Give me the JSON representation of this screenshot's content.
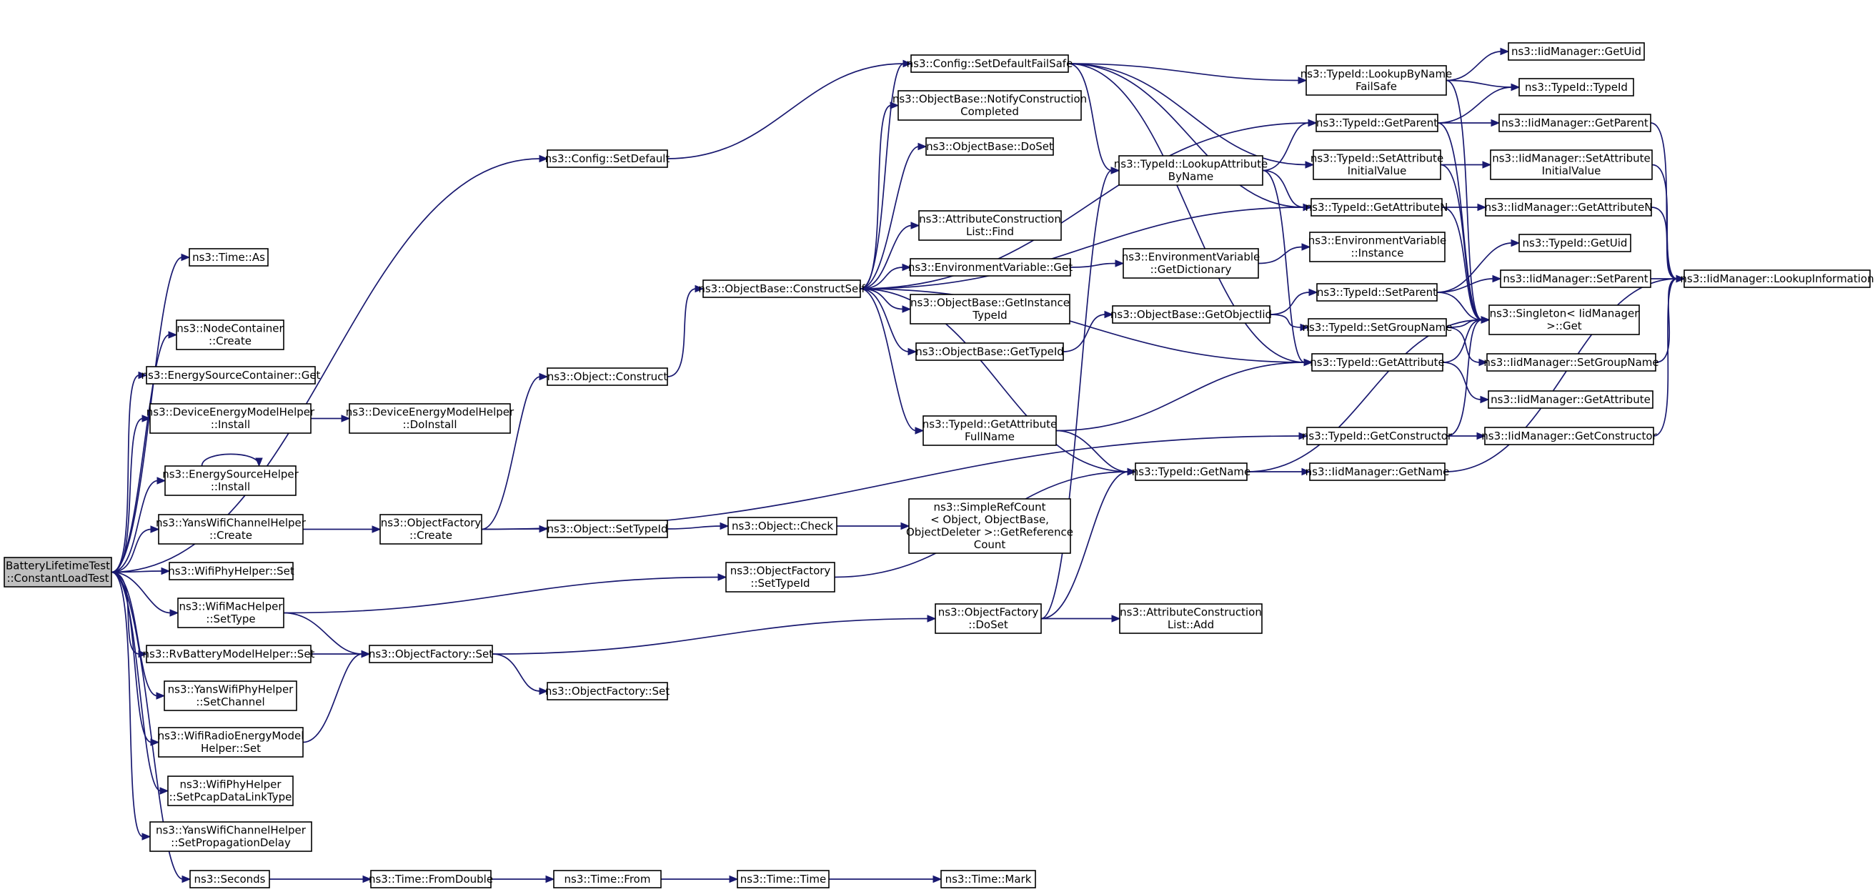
{
  "graph": {
    "nodes": [
      {
        "id": "root",
        "lines": [
          "BatteryLifetimeTest",
          "::ConstantLoadTest"
        ],
        "root": true
      },
      {
        "id": "cfg_setdefault",
        "lines": [
          "ns3::Config::SetDefault"
        ]
      },
      {
        "id": "time_as",
        "lines": [
          "ns3::Time::As"
        ]
      },
      {
        "id": "nodecontainer_create",
        "lines": [
          "ns3::NodeContainer",
          "::Create"
        ]
      },
      {
        "id": "esc_get",
        "lines": [
          "ns3::EnergySourceContainer::Get"
        ]
      },
      {
        "id": "demh_install",
        "lines": [
          "ns3::DeviceEnergyModelHelper",
          "::Install"
        ]
      },
      {
        "id": "demh_doinstall",
        "lines": [
          "ns3::DeviceEnergyModelHelper",
          "::DoInstall"
        ]
      },
      {
        "id": "esh_install",
        "lines": [
          "ns3::EnergySourceHelper",
          "::Install"
        ]
      },
      {
        "id": "ywch_create",
        "lines": [
          "ns3::YansWifiChannelHelper",
          "::Create"
        ]
      },
      {
        "id": "wifiphy_set",
        "lines": [
          "ns3::WifiPhyHelper::Set"
        ]
      },
      {
        "id": "wifimac_settype",
        "lines": [
          "ns3::WifiMacHelper",
          "::SetType"
        ]
      },
      {
        "id": "rvbattery_set",
        "lines": [
          "ns3::RvBatteryModelHelper::Set"
        ]
      },
      {
        "id": "ywph_setchannel",
        "lines": [
          "ns3::YansWifiPhyHelper",
          "::SetChannel"
        ]
      },
      {
        "id": "wrem_set",
        "lines": [
          "ns3::WifiRadioEnergyModel",
          "Helper::Set"
        ]
      },
      {
        "id": "wifiphy_setpcap",
        "lines": [
          "ns3::WifiPhyHelper",
          "::SetPcapDataLinkType"
        ]
      },
      {
        "id": "ywch_setprop",
        "lines": [
          "ns3::YansWifiChannelHelper",
          "::SetPropagationDelay"
        ]
      },
      {
        "id": "seconds",
        "lines": [
          "ns3::Seconds"
        ]
      },
      {
        "id": "cfg_setdefaultfailsafe",
        "lines": [
          "ns3::Config::SetDefaultFailSafe"
        ]
      },
      {
        "id": "ob_notifyconstruction",
        "lines": [
          "ns3::ObjectBase::NotifyConstruction",
          "Completed"
        ]
      },
      {
        "id": "ob_doset",
        "lines": [
          "ns3::ObjectBase::DoSet"
        ]
      },
      {
        "id": "acl_find",
        "lines": [
          "ns3::AttributeConstruction",
          "List::Find"
        ]
      },
      {
        "id": "envvar_get",
        "lines": [
          "ns3::EnvironmentVariable::Get"
        ]
      },
      {
        "id": "ob_getinstancetypeid",
        "lines": [
          "ns3::ObjectBase::GetInstance",
          "TypeId"
        ]
      },
      {
        "id": "ob_gettypeid",
        "lines": [
          "ns3::ObjectBase::GetTypeId"
        ]
      },
      {
        "id": "ob_constructself",
        "lines": [
          "ns3::ObjectBase::ConstructSelf"
        ]
      },
      {
        "id": "object_construct",
        "lines": [
          "ns3::Object::Construct"
        ]
      },
      {
        "id": "of_create",
        "lines": [
          "ns3::ObjectFactory",
          "::Create"
        ]
      },
      {
        "id": "object_settypeid",
        "lines": [
          "ns3::Object::SetTypeId"
        ]
      },
      {
        "id": "object_check",
        "lines": [
          "ns3::Object::Check"
        ]
      },
      {
        "id": "simplerefcount",
        "lines": [
          "ns3::SimpleRefCount",
          "< Object, ObjectBase,",
          "ObjectDeleter >::GetReference",
          "Count"
        ]
      },
      {
        "id": "of_settypeid",
        "lines": [
          "ns3::ObjectFactory",
          "::SetTypeId"
        ]
      },
      {
        "id": "of_doset",
        "lines": [
          "ns3::ObjectFactory",
          "::DoSet"
        ]
      },
      {
        "id": "acl_add",
        "lines": [
          "ns3::AttributeConstruction",
          "List::Add"
        ]
      },
      {
        "id": "of_set",
        "lines": [
          "ns3::ObjectFactory::Set"
        ]
      },
      {
        "id": "of_set2",
        "lines": [
          "ns3::ObjectFactory::Set"
        ]
      },
      {
        "id": "tid_getattributefullname",
        "lines": [
          "ns3::TypeId::GetAttribute",
          "FullName"
        ]
      },
      {
        "id": "time_fromdouble",
        "lines": [
          "ns3::Time::FromDouble"
        ]
      },
      {
        "id": "time_from",
        "lines": [
          "ns3::Time::From"
        ]
      },
      {
        "id": "time_time",
        "lines": [
          "ns3::Time::Time"
        ]
      },
      {
        "id": "time_mark",
        "lines": [
          "ns3::Time::Mark"
        ]
      },
      {
        "id": "tid_lookupattributebyname",
        "lines": [
          "ns3::TypeId::LookupAttribute",
          "ByName"
        ]
      },
      {
        "id": "envvar_getdictionary",
        "lines": [
          "ns3::EnvironmentVariable",
          "::GetDictionary"
        ]
      },
      {
        "id": "envvar_instance",
        "lines": [
          "ns3::EnvironmentVariable",
          "::Instance"
        ]
      },
      {
        "id": "ob_getobjectiid",
        "lines": [
          "ns3::ObjectBase::GetObjectIid"
        ]
      },
      {
        "id": "tid_getname",
        "lines": [
          "ns3::TypeId::GetName"
        ]
      },
      {
        "id": "tid_lookupbynamefailsafe",
        "lines": [
          "ns3::TypeId::LookupByName",
          "FailSafe"
        ]
      },
      {
        "id": "tid_getparent",
        "lines": [
          "ns3::TypeId::GetParent"
        ]
      },
      {
        "id": "tid_setattributeinitialvalue",
        "lines": [
          "ns3::TypeId::SetAttribute",
          "InitialValue"
        ]
      },
      {
        "id": "tid_getattributen",
        "lines": [
          "ns3::TypeId::GetAttributeN"
        ]
      },
      {
        "id": "tid_setparent",
        "lines": [
          "ns3::TypeId::SetParent"
        ]
      },
      {
        "id": "tid_setgroupname",
        "lines": [
          "ns3::TypeId::SetGroupName"
        ]
      },
      {
        "id": "tid_getattribute",
        "lines": [
          "ns3::TypeId::GetAttribute"
        ]
      },
      {
        "id": "tid_getconstructor",
        "lines": [
          "ns3::TypeId::GetConstructor"
        ]
      },
      {
        "id": "iidmanager_getname",
        "lines": [
          "ns3::IidManager::GetName"
        ]
      },
      {
        "id": "iidmanager_getuid",
        "lines": [
          "ns3::IidManager::GetUid"
        ]
      },
      {
        "id": "tid_typeid",
        "lines": [
          "ns3::TypeId::TypeId"
        ]
      },
      {
        "id": "iidmanager_getparent",
        "lines": [
          "ns3::IidManager::GetParent"
        ]
      },
      {
        "id": "iidmanager_setattributeinitialvalue",
        "lines": [
          "ns3::IidManager::SetAttribute",
          "InitialValue"
        ]
      },
      {
        "id": "iidmanager_getattributen",
        "lines": [
          "ns3::IidManager::GetAttributeN"
        ]
      },
      {
        "id": "tid_getuid",
        "lines": [
          "ns3::TypeId::GetUid"
        ]
      },
      {
        "id": "iidmanager_setparent",
        "lines": [
          "ns3::IidManager::SetParent"
        ]
      },
      {
        "id": "singleton_get",
        "lines": [
          "ns3::Singleton< IidManager",
          ">::Get"
        ]
      },
      {
        "id": "iidmanager_setgroupname",
        "lines": [
          "ns3::IidManager::SetGroupName"
        ]
      },
      {
        "id": "iidmanager_getattribute",
        "lines": [
          "ns3::IidManager::GetAttribute"
        ]
      },
      {
        "id": "iidmanager_getconstructor",
        "lines": [
          "ns3::IidManager::GetConstructor"
        ]
      },
      {
        "id": "iidmanager_lookupinformation",
        "lines": [
          "ns3::IidManager::LookupInformation"
        ]
      }
    ],
    "edges": [
      [
        "root",
        "cfg_setdefault"
      ],
      [
        "root",
        "time_as"
      ],
      [
        "root",
        "nodecontainer_create"
      ],
      [
        "root",
        "esc_get"
      ],
      [
        "root",
        "demh_install"
      ],
      [
        "root",
        "esh_install"
      ],
      [
        "root",
        "ywch_create"
      ],
      [
        "root",
        "wifiphy_set"
      ],
      [
        "root",
        "wifimac_settype"
      ],
      [
        "root",
        "rvbattery_set"
      ],
      [
        "root",
        "ywph_setchannel"
      ],
      [
        "root",
        "wrem_set"
      ],
      [
        "root",
        "wifiphy_setpcap"
      ],
      [
        "root",
        "ywch_setprop"
      ],
      [
        "root",
        "seconds"
      ],
      [
        "cfg_setdefault",
        "cfg_setdefaultfailsafe"
      ],
      [
        "demh_install",
        "demh_doinstall"
      ],
      [
        "esh_install",
        "esh_install"
      ],
      [
        "ywch_create",
        "of_create"
      ],
      [
        "wifimac_settype",
        "of_settypeid"
      ],
      [
        "wifimac_settype",
        "of_set"
      ],
      [
        "rvbattery_set",
        "of_set"
      ],
      [
        "wrem_set",
        "of_set"
      ],
      [
        "seconds",
        "time_fromdouble"
      ],
      [
        "time_fromdouble",
        "time_from"
      ],
      [
        "time_from",
        "time_time"
      ],
      [
        "time_time",
        "time_mark"
      ],
      [
        "of_create",
        "object_construct"
      ],
      [
        "of_create",
        "object_settypeid"
      ],
      [
        "of_create",
        "tid_getconstructor"
      ],
      [
        "object_construct",
        "ob_constructself"
      ],
      [
        "object_settypeid",
        "object_check"
      ],
      [
        "object_check",
        "simplerefcount"
      ],
      [
        "of_set",
        "of_doset"
      ],
      [
        "of_set",
        "of_set2"
      ],
      [
        "of_settypeid",
        "tid_getname"
      ],
      [
        "of_doset",
        "acl_add"
      ],
      [
        "of_doset",
        "tid_lookupattributebyname"
      ],
      [
        "of_doset",
        "tid_getname"
      ],
      [
        "ob_constructself",
        "cfg_setdefaultfailsafe"
      ],
      [
        "ob_constructself",
        "ob_notifyconstruction"
      ],
      [
        "ob_constructself",
        "ob_doset"
      ],
      [
        "ob_constructself",
        "acl_find"
      ],
      [
        "ob_constructself",
        "envvar_get"
      ],
      [
        "ob_constructself",
        "ob_getinstancetypeid"
      ],
      [
        "ob_constructself",
        "ob_gettypeid"
      ],
      [
        "ob_constructself",
        "tid_getattributefullname"
      ],
      [
        "ob_constructself",
        "tid_getattributen"
      ],
      [
        "ob_constructself",
        "tid_getattribute"
      ],
      [
        "ob_constructself",
        "tid_getname"
      ],
      [
        "ob_constructself",
        "tid_getparent"
      ],
      [
        "cfg_setdefaultfailsafe",
        "tid_lookupbynamefailsafe"
      ],
      [
        "cfg_setdefaultfailsafe",
        "tid_lookupattributebyname"
      ],
      [
        "cfg_setdefaultfailsafe",
        "tid_setattributeinitialvalue"
      ],
      [
        "cfg_setdefaultfailsafe",
        "tid_getattributen"
      ],
      [
        "cfg_setdefaultfailsafe",
        "tid_getattribute"
      ],
      [
        "envvar_get",
        "envvar_getdictionary"
      ],
      [
        "envvar_getdictionary",
        "envvar_instance"
      ],
      [
        "ob_gettypeid",
        "ob_getobjectiid"
      ],
      [
        "ob_getobjectiid",
        "tid_setparent"
      ],
      [
        "ob_getobjectiid",
        "tid_setgroupname"
      ],
      [
        "tid_getattributefullname",
        "tid_getattribute"
      ],
      [
        "tid_getattributefullname",
        "tid_getname"
      ],
      [
        "tid_lookupattributebyname",
        "tid_getparent"
      ],
      [
        "tid_lookupattributebyname",
        "tid_getattributen"
      ],
      [
        "tid_lookupattributebyname",
        "tid_getattribute"
      ],
      [
        "tid_getname",
        "iidmanager_getname"
      ],
      [
        "tid_getname",
        "singleton_get"
      ],
      [
        "tid_lookupbynamefailsafe",
        "iidmanager_getuid"
      ],
      [
        "tid_lookupbynamefailsafe",
        "tid_typeid"
      ],
      [
        "tid_lookupbynamefailsafe",
        "singleton_get"
      ],
      [
        "tid_getparent",
        "iidmanager_getparent"
      ],
      [
        "tid_getparent",
        "tid_typeid"
      ],
      [
        "tid_getparent",
        "singleton_get"
      ],
      [
        "tid_setattributeinitialvalue",
        "iidmanager_setattributeinitialvalue"
      ],
      [
        "tid_setattributeinitialvalue",
        "singleton_get"
      ],
      [
        "tid_getattributen",
        "iidmanager_getattributen"
      ],
      [
        "tid_getattributen",
        "singleton_get"
      ],
      [
        "tid_setparent",
        "iidmanager_setparent"
      ],
      [
        "tid_setparent",
        "tid_getuid"
      ],
      [
        "tid_setparent",
        "singleton_get"
      ],
      [
        "tid_setgroupname",
        "iidmanager_setgroupname"
      ],
      [
        "tid_setgroupname",
        "singleton_get"
      ],
      [
        "tid_getattribute",
        "iidmanager_getattribute"
      ],
      [
        "tid_getattribute",
        "singleton_get"
      ],
      [
        "tid_getconstructor",
        "iidmanager_getconstructor"
      ],
      [
        "tid_getconstructor",
        "singleton_get"
      ],
      [
        "iidmanager_getparent",
        "iidmanager_lookupinformation"
      ],
      [
        "iidmanager_setattributeinitialvalue",
        "iidmanager_lookupinformation"
      ],
      [
        "iidmanager_getattributen",
        "iidmanager_lookupinformation"
      ],
      [
        "iidmanager_setparent",
        "iidmanager_lookupinformation"
      ],
      [
        "iidmanager_setgroupname",
        "iidmanager_lookupinformation"
      ],
      [
        "iidmanager_getconstructor",
        "iidmanager_lookupinformation"
      ],
      [
        "iidmanager_getname",
        "iidmanager_lookupinformation"
      ]
    ]
  }
}
